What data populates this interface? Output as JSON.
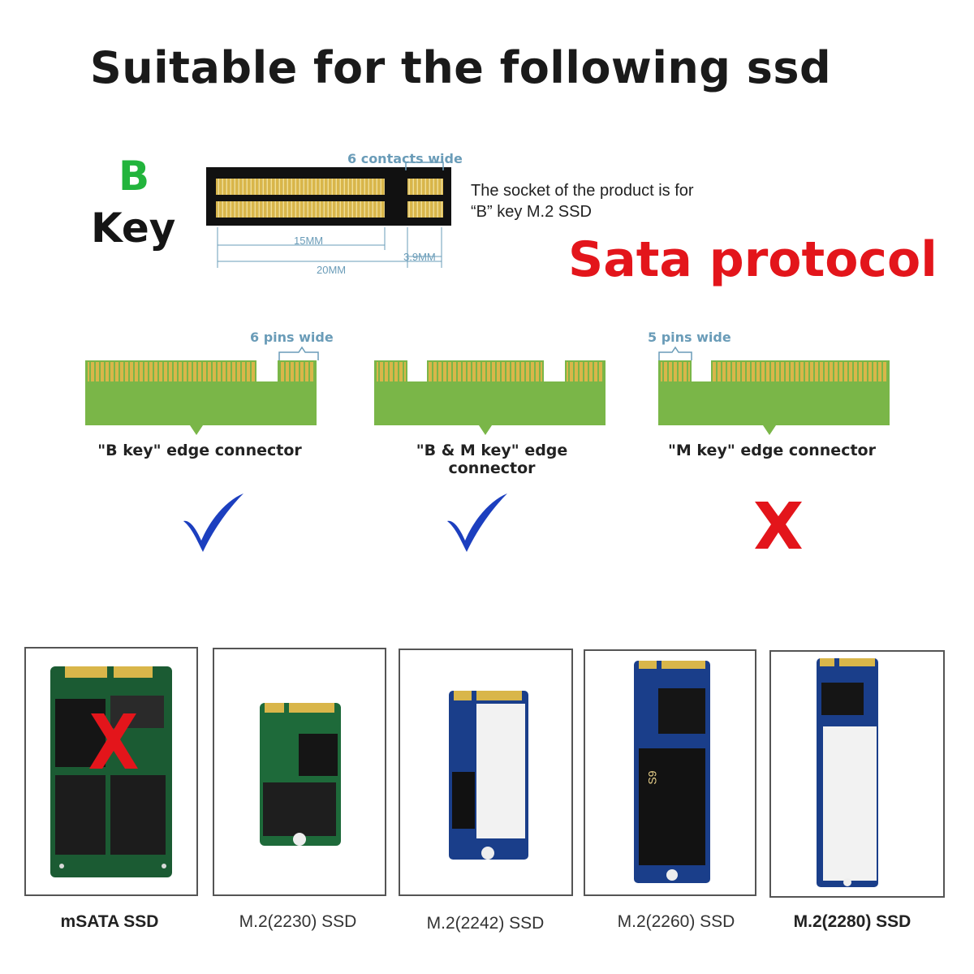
{
  "title": "Suitable for the following ssd",
  "key_header": {
    "letter": "B",
    "word": "Key",
    "contacts_label": "6 contacts wide",
    "dim_15": "15MM",
    "dim_20": "20MM",
    "dim_39": "3.9MM",
    "socket_note_line1": "The socket of the product is for",
    "socket_note_line2": "“B” key M.2 SSD",
    "protocol": "Sata protocol"
  },
  "connectors": [
    {
      "label": "\"B key\" edge connector",
      "pins_label": "6 pins wide",
      "compatible": true
    },
    {
      "label": "\"B & M key\" edge connector",
      "pins_label": "",
      "compatible": true
    },
    {
      "label": "\"M key\" edge connector",
      "pins_label": "5 pins wide",
      "compatible": false
    }
  ],
  "ssds": [
    {
      "label": "mSATA SSD",
      "crossed": true
    },
    {
      "label": "M.2(2230) SSD",
      "crossed": false
    },
    {
      "label": "M.2(2242) SSD",
      "crossed": false
    },
    {
      "label": "M.2(2260) SSD",
      "crossed": false
    },
    {
      "label": "M.2(2280) SSD",
      "crossed": false
    }
  ],
  "ssd_label_printed": {
    "s9_model": "S9"
  },
  "colors": {
    "pcb_green": "#7ab648",
    "gold": "#d9b64a",
    "check_blue": "#1c3fbf",
    "cross_red": "#e3151b",
    "key_green": "#22b43c",
    "protocol_red": "#e3151b",
    "dim_blue": "#6a9cb8"
  },
  "icons": {
    "compatible": "check-icon",
    "incompatible": "cross-icon"
  }
}
